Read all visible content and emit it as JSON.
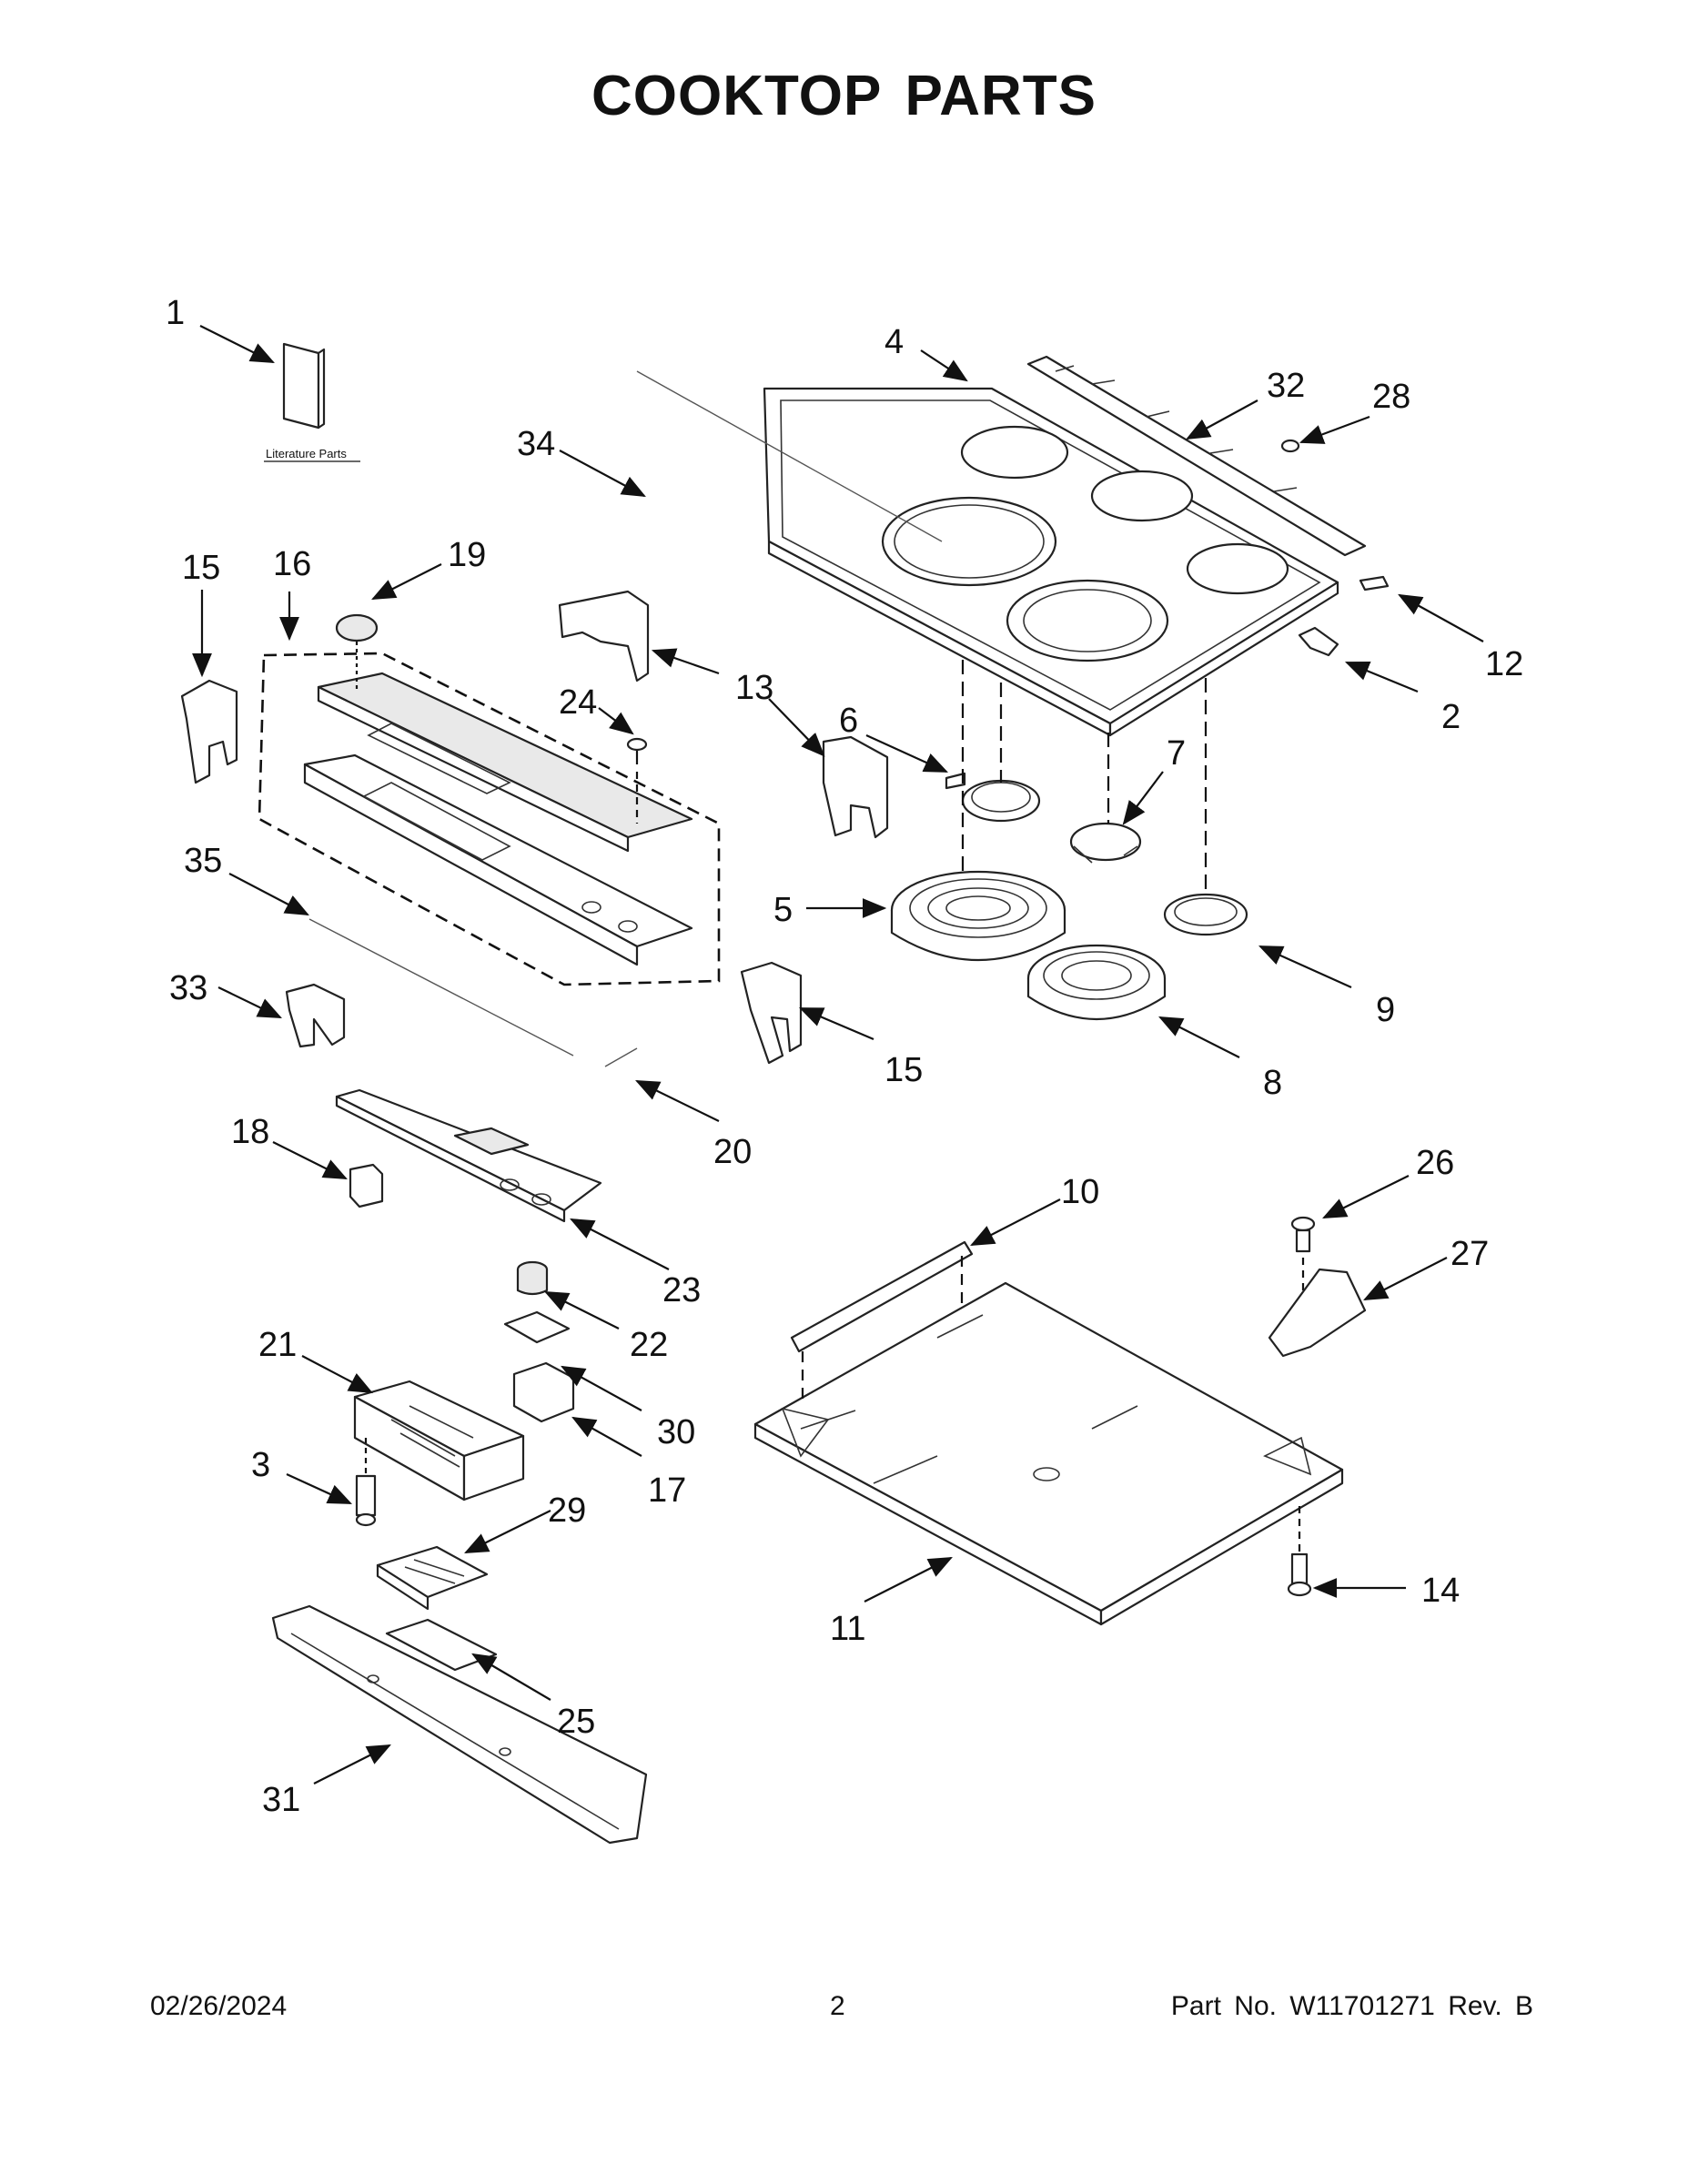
{
  "title": "COOKTOP PARTS",
  "literature_label": "Literature Parts",
  "footer": {
    "date": "02/26/2024",
    "page": "2",
    "part_number": "Part No.  W11701271  Rev.  B"
  },
  "callouts": [
    {
      "id": "c1",
      "label": "1"
    },
    {
      "id": "c4",
      "label": "4"
    },
    {
      "id": "c32",
      "label": "32"
    },
    {
      "id": "c28",
      "label": "28"
    },
    {
      "id": "c34",
      "label": "34"
    },
    {
      "id": "c15a",
      "label": "15"
    },
    {
      "id": "c16",
      "label": "16"
    },
    {
      "id": "c19",
      "label": "19"
    },
    {
      "id": "c12",
      "label": "12"
    },
    {
      "id": "c13",
      "label": "13"
    },
    {
      "id": "c24",
      "label": "24"
    },
    {
      "id": "c6",
      "label": "6"
    },
    {
      "id": "c2",
      "label": "2"
    },
    {
      "id": "c7",
      "label": "7"
    },
    {
      "id": "c35",
      "label": "35"
    },
    {
      "id": "c5",
      "label": "5"
    },
    {
      "id": "c9",
      "label": "9"
    },
    {
      "id": "c33",
      "label": "33"
    },
    {
      "id": "c15b",
      "label": "15"
    },
    {
      "id": "c8",
      "label": "8"
    },
    {
      "id": "c20",
      "label": "20"
    },
    {
      "id": "c18",
      "label": "18"
    },
    {
      "id": "c10",
      "label": "10"
    },
    {
      "id": "c26",
      "label": "26"
    },
    {
      "id": "c23",
      "label": "23"
    },
    {
      "id": "c27",
      "label": "27"
    },
    {
      "id": "c22",
      "label": "22"
    },
    {
      "id": "c21",
      "label": "21"
    },
    {
      "id": "c30",
      "label": "30"
    },
    {
      "id": "c3",
      "label": "3"
    },
    {
      "id": "c17",
      "label": "17"
    },
    {
      "id": "c29",
      "label": "29"
    },
    {
      "id": "c14",
      "label": "14"
    },
    {
      "id": "c11",
      "label": "11"
    },
    {
      "id": "c25",
      "label": "25"
    },
    {
      "id": "c31",
      "label": "31"
    }
  ]
}
